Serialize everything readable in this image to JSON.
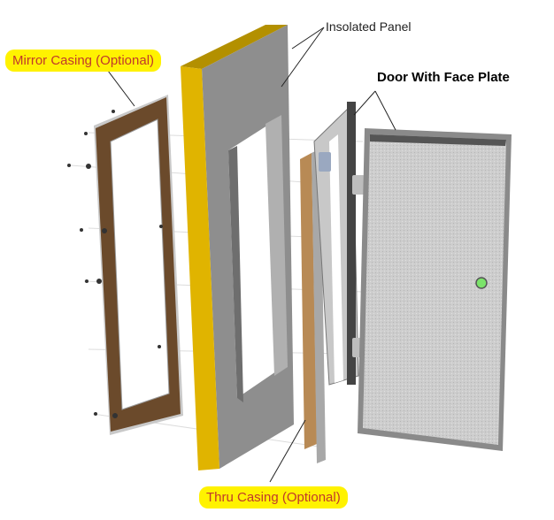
{
  "diagram": {
    "type": "exploded-view",
    "subject": "door assembly",
    "labels": {
      "mirror_casing": "Mirror Casing (Optional)",
      "insolated_panel": "Insolated Panel",
      "door_face_plate": "Door With Face Plate",
      "thru_casing": "Thru Casing (Optional)"
    },
    "components": [
      {
        "id": "mirror-casing",
        "name": "Mirror Casing (Optional)",
        "material": "wood frame"
      },
      {
        "id": "insolated-panel",
        "name": "Insolated Panel",
        "edge_color": "#e0b400"
      },
      {
        "id": "thru-casing",
        "name": "Thru Casing (Optional)",
        "material": "wood strip"
      },
      {
        "id": "door-frame",
        "name": "Door frame with hinges"
      },
      {
        "id": "door",
        "name": "Door With Face Plate",
        "knob_color": "#7be36a"
      }
    ],
    "colors": {
      "highlight": "#fff200",
      "highlight_text": "#c0392b",
      "panel_edge": "#e0b400",
      "panel_face": "#8e8e8e",
      "wood": "#6b4a2b",
      "door_face": "#cfcfcf"
    }
  }
}
